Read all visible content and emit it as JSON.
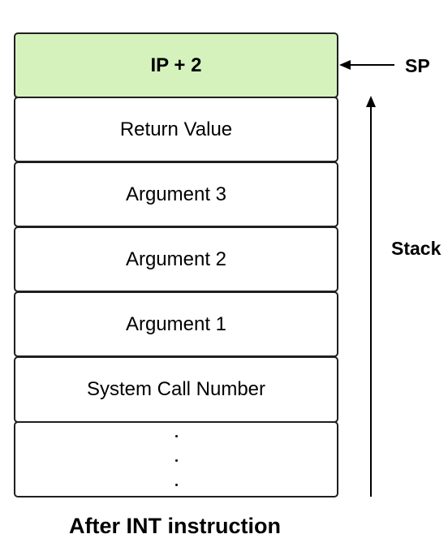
{
  "stack": {
    "cells": [
      "IP + 2",
      "Return Value",
      "Argument 3",
      "Argument 2",
      "Argument 1",
      "System Call Number"
    ],
    "continuation": ". . ."
  },
  "pointer": {
    "label": "SP"
  },
  "growth": {
    "label": "Stack"
  },
  "caption": "After INT instruction",
  "colors": {
    "top_cell_fill": "#d5f2bd",
    "border": "#1f1f1f"
  }
}
